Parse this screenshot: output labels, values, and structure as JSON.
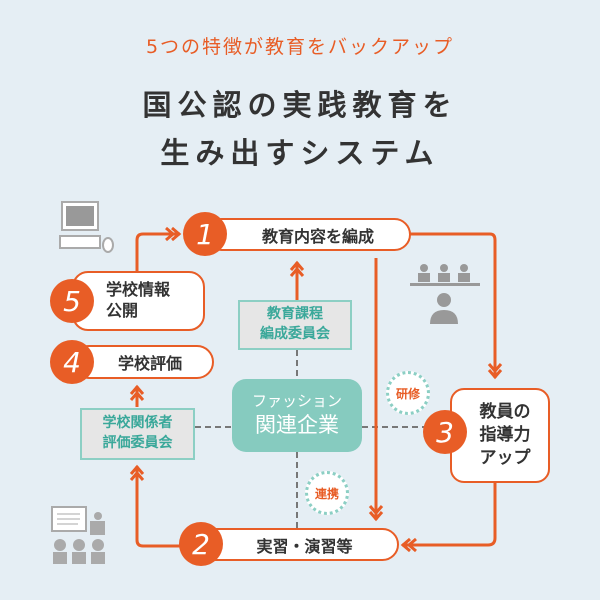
{
  "subtitle": "5つの特徴が教育をバックアップ",
  "title_line1": "国公認の実践教育を",
  "title_line2": "生み出すシステム",
  "steps": [
    {
      "num": "1",
      "label": "教育内容を編成"
    },
    {
      "num": "2",
      "label": "実習・演習等"
    },
    {
      "num": "3",
      "label": "教員の指導力アップ",
      "lines": [
        "教員の",
        "指導力",
        "アップ"
      ]
    },
    {
      "num": "4",
      "label": "学校評価"
    },
    {
      "num": "5",
      "label": "学校情報公開",
      "lines": [
        "学校情報",
        "公開"
      ]
    }
  ],
  "curriculum_committee": [
    "教育課程",
    "編成委員会"
  ],
  "stakeholder_committee": [
    "学校関係者",
    "評価委員会"
  ],
  "center": [
    "ファッション",
    "関連企業"
  ],
  "training": "研修",
  "cooperation": "連携",
  "colors": {
    "accent": "#e85d26",
    "teal": "#86cbbf",
    "background": "#e5eef4"
  }
}
